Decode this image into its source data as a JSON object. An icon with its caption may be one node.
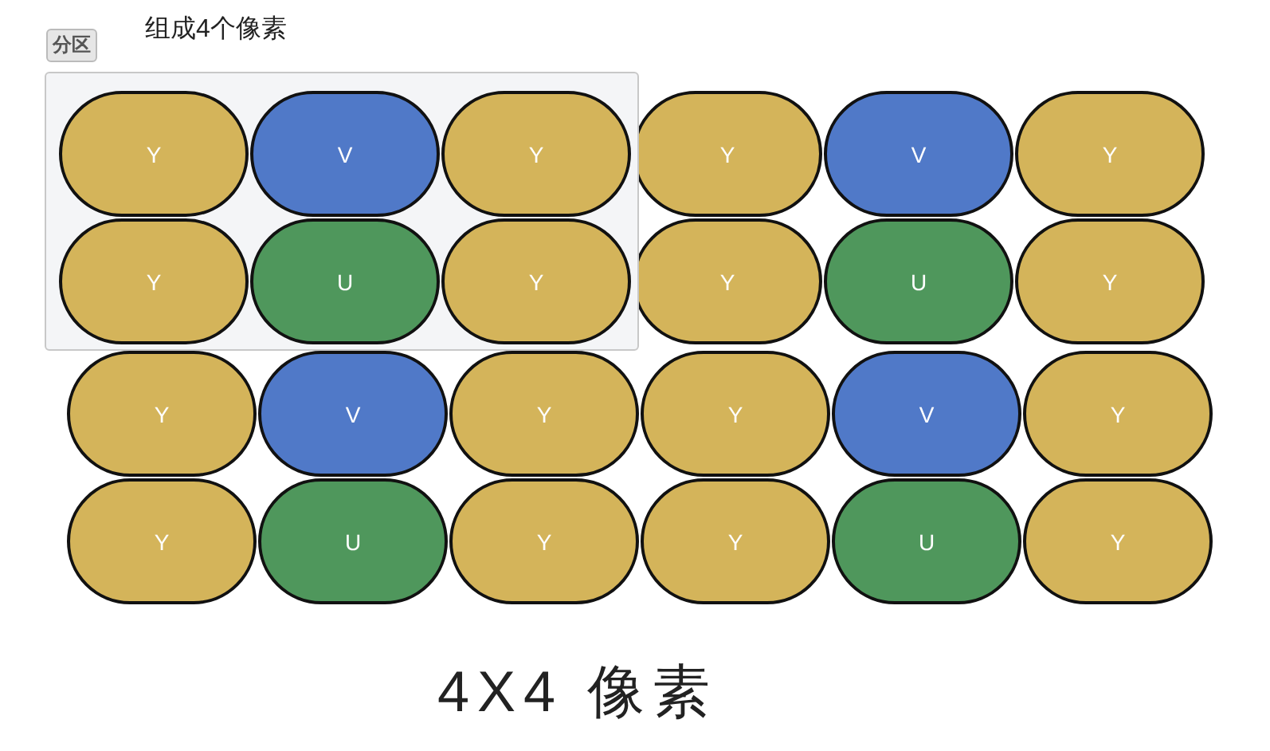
{
  "diagram": {
    "caption": "4X4 像素",
    "nodes": [
      {
        "text": [
          "分区",
          "组成4个像素"
        ]
      },
      {
        "text": [
          "Y"
        ],
        "in": 0
      },
      {
        "text": [
          "V"
        ],
        "in": 0
      },
      {
        "text": [
          "Y"
        ],
        "in": 0
      },
      {
        "text": [
          "Y"
        ]
      },
      {
        "text": [
          "V"
        ]
      },
      {
        "text": [
          "Y"
        ]
      },
      {
        "text": [
          "Y"
        ],
        "in": 0
      },
      {
        "text": [
          "U"
        ],
        "in": 0
      },
      {
        "text": [
          "Y"
        ],
        "in": 0
      },
      {
        "text": [
          "Y"
        ]
      },
      {
        "text": [
          "U"
        ]
      },
      {
        "text": [
          "Y"
        ]
      },
      {
        "text": [
          "Y"
        ]
      },
      {
        "text": [
          "V"
        ]
      },
      {
        "text": [
          "Y"
        ]
      },
      {
        "text": [
          "Y"
        ]
      },
      {
        "text": [
          "V"
        ]
      },
      {
        "text": [
          "Y"
        ]
      },
      {
        "text": [
          "Y"
        ]
      },
      {
        "text": [
          "U"
        ]
      },
      {
        "text": [
          "Y"
        ]
      },
      {
        "text": [
          "Y"
        ]
      },
      {
        "text": [
          "U"
        ]
      },
      {
        "text": [
          "Y"
        ]
      }
    ]
  }
}
